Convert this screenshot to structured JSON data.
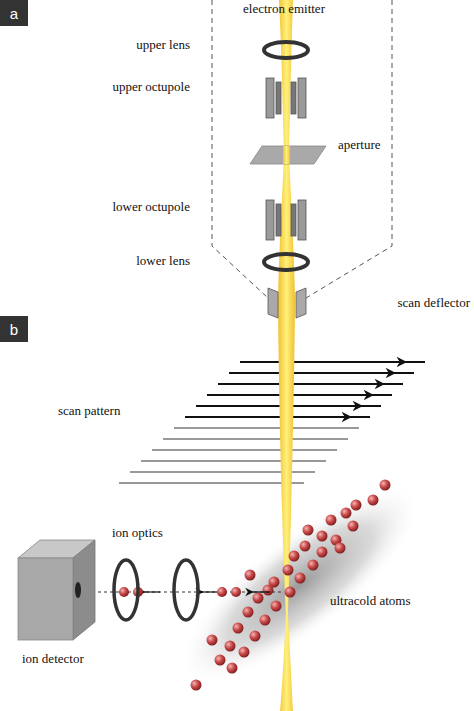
{
  "diagram": {
    "nodes": [
      {
        "text": [
          "a"
        ]
      },
      {
        "text": [
          "b"
        ]
      }
    ],
    "labels": [
      "electron emitter",
      "upper lens",
      "upper octupole",
      "aperture",
      "lower octupole",
      "lower lens",
      "scan deflector",
      "scan pattern",
      "ion optics",
      "ultracold atoms",
      "ion detector"
    ]
  }
}
